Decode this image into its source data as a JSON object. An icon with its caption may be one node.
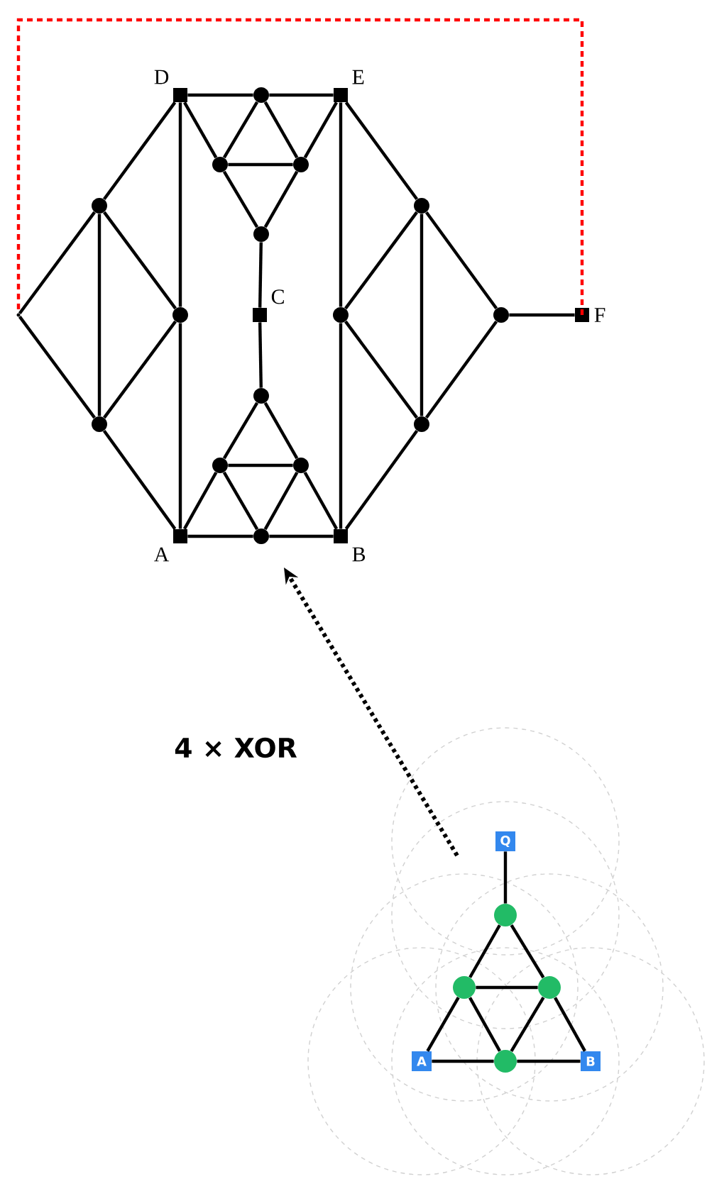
{
  "diagram": {
    "nodes": [
      {
        "text": [
          "D"
        ]
      },
      {
        "text": [],
        "shape": "circle"
      },
      {
        "text": [
          "E"
        ]
      },
      {
        "text": [],
        "shape": "circle"
      },
      {
        "text": [],
        "shape": "circle"
      },
      {
        "text": [],
        "shape": "circle"
      },
      {
        "text": [],
        "shape": "circle"
      },
      {
        "text": [],
        "shape": "circle"
      },
      {
        "text": [],
        "shape": "point"
      },
      {
        "text": [],
        "shape": "circle"
      },
      {
        "text": [
          "C"
        ]
      },
      {
        "text": [],
        "shape": "circle"
      },
      {
        "text": [],
        "shape": "circle"
      },
      {
        "text": [
          "F"
        ]
      },
      {
        "text": [],
        "shape": "circle"
      },
      {
        "text": [],
        "shape": "circle"
      },
      {
        "text": [],
        "shape": "circle"
      },
      {
        "text": [],
        "shape": "circle"
      },
      {
        "text": [],
        "shape": "circle"
      },
      {
        "text": [
          "A"
        ]
      },
      {
        "text": [],
        "shape": "circle"
      },
      {
        "text": [
          "B"
        ]
      },
      {
        "text": [
          "Q"
        ]
      },
      {
        "text": [],
        "shape": "circle"
      },
      {
        "text": [],
        "shape": "circle"
      },
      {
        "text": [],
        "shape": "circle"
      },
      {
        "text": [
          "A"
        ]
      },
      {
        "text": [],
        "shape": "circle"
      },
      {
        "text": [
          "B"
        ]
      }
    ],
    "edges": [
      {
        "from": 0,
        "to": 1,
        "arrow": "none"
      },
      {
        "from": 1,
        "to": 2,
        "arrow": "none"
      },
      {
        "from": 0,
        "to": 3,
        "arrow": "none"
      },
      {
        "from": 1,
        "to": 3,
        "arrow": "none"
      },
      {
        "from": 1,
        "to": 4,
        "arrow": "none"
      },
      {
        "from": 2,
        "to": 4,
        "arrow": "none"
      },
      {
        "from": 3,
        "to": 4,
        "arrow": "none"
      },
      {
        "from": 3,
        "to": 7,
        "arrow": "none"
      },
      {
        "from": 4,
        "to": 7,
        "arrow": "none"
      },
      {
        "from": 7,
        "to": 10,
        "arrow": "none"
      },
      {
        "from": 0,
        "to": 5,
        "arrow": "none"
      },
      {
        "from": 5,
        "to": 8,
        "arrow": "none"
      },
      {
        "from": 5,
        "to": 9,
        "arrow": "none"
      },
      {
        "from": 5,
        "to": 15,
        "arrow": "none"
      },
      {
        "from": 0,
        "to": 9,
        "arrow": "none"
      },
      {
        "from": 9,
        "to": 19,
        "arrow": "none"
      },
      {
        "from": 9,
        "to": 15,
        "arrow": "none"
      },
      {
        "from": 8,
        "to": 15,
        "arrow": "none"
      },
      {
        "from": 15,
        "to": 19,
        "arrow": "none"
      },
      {
        "from": 2,
        "to": 6,
        "arrow": "none"
      },
      {
        "from": 6,
        "to": 12,
        "arrow": "none"
      },
      {
        "from": 6,
        "to": 11,
        "arrow": "none"
      },
      {
        "from": 6,
        "to": 16,
        "arrow": "none"
      },
      {
        "from": 2,
        "to": 11,
        "arrow": "none"
      },
      {
        "from": 11,
        "to": 21,
        "arrow": "none"
      },
      {
        "from": 11,
        "to": 16,
        "arrow": "none"
      },
      {
        "from": 12,
        "to": 16,
        "arrow": "none"
      },
      {
        "from": 16,
        "to": 21,
        "arrow": "none"
      },
      {
        "from": 12,
        "to": 13,
        "arrow": "none"
      },
      {
        "from": 13,
        "to": 8,
        "arrow": "none",
        "style": "dashed",
        "color": "#ff0000"
      },
      {
        "from": 10,
        "to": 14,
        "arrow": "none"
      },
      {
        "from": 14,
        "to": 17,
        "arrow": "none"
      },
      {
        "from": 14,
        "to": 18,
        "arrow": "none"
      },
      {
        "from": 17,
        "to": 18,
        "arrow": "none"
      },
      {
        "from": 17,
        "to": 19,
        "arrow": "none"
      },
      {
        "from": 17,
        "to": 20,
        "arrow": "none"
      },
      {
        "from": 18,
        "to": 20,
        "arrow": "none"
      },
      {
        "from": 18,
        "to": 21,
        "arrow": "none"
      },
      {
        "from": 19,
        "to": 20,
        "arrow": "none"
      },
      {
        "from": 20,
        "to": 21,
        "arrow": "none"
      },
      {
        "from": 22,
        "to": 23,
        "arrow": "none"
      },
      {
        "from": 23,
        "to": 24,
        "arrow": "none"
      },
      {
        "from": 23,
        "to": 25,
        "arrow": "none"
      },
      {
        "from": 24,
        "to": 25,
        "arrow": "none"
      },
      {
        "from": 24,
        "to": 26,
        "arrow": "none"
      },
      {
        "from": 24,
        "to": 27,
        "arrow": "none"
      },
      {
        "from": 25,
        "to": 27,
        "arrow": "none"
      },
      {
        "from": 25,
        "to": 28,
        "arrow": "none"
      },
      {
        "from": 26,
        "to": 27,
        "arrow": "none"
      },
      {
        "from": 27,
        "to": 28,
        "arrow": "none"
      }
    ],
    "labels": [
      "4 × XOR"
    ]
  }
}
